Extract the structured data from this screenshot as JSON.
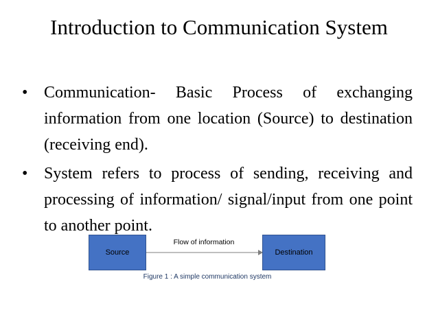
{
  "slide": {
    "title": "Introduction to Communication System",
    "bullets": [
      {
        "marker": "•",
        "text": "Communication- Basic Process of exchanging information from one location (Source) to destination (receiving end)."
      },
      {
        "marker": "•",
        "text": "System refers to process of sending, receiving and processing of information/ signal/input from one point to another point."
      }
    ]
  },
  "figure": {
    "source_label": "Source",
    "destination_label": "Destination",
    "flow_label": "Flow of information",
    "caption": "Figure 1 : A simple communication system",
    "box_color": "#4472c4",
    "caption_color": "#1f3864"
  }
}
